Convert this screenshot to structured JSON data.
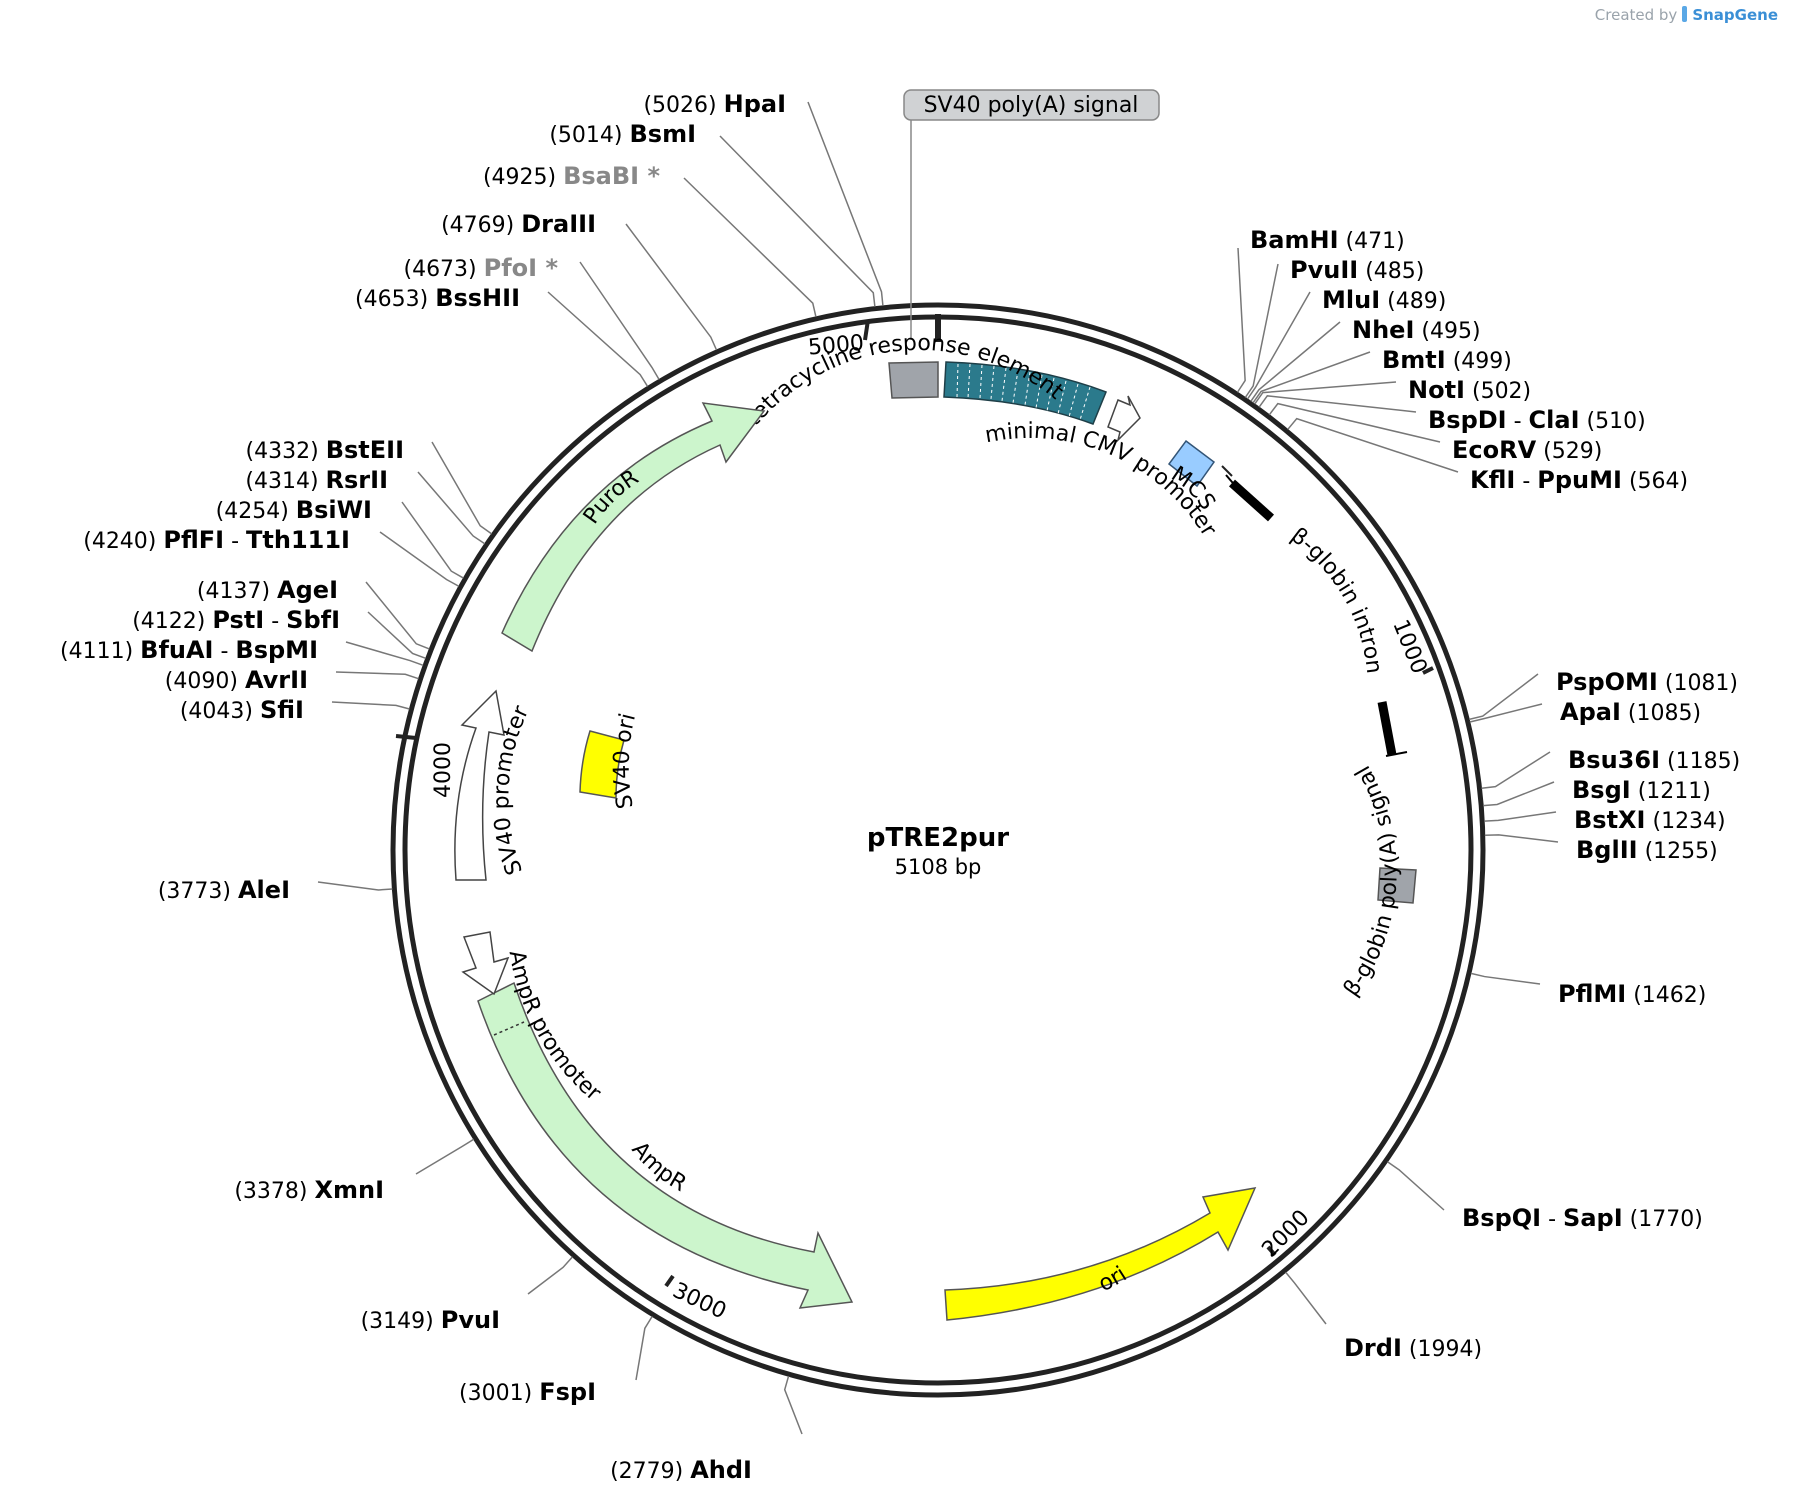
{
  "credit": {
    "prefix": "Created by",
    "brand": "SnapGene"
  },
  "plasmid": {
    "name": "pTRE2pur",
    "length_label": "5108 bp",
    "length": 5108
  },
  "colors": {
    "backbone": "#222222",
    "puror": "#ccf5cc",
    "ampr": "#ccf5cc",
    "ori": "#ffff00",
    "sv40_ori": "#ffff00",
    "tre": "#2b7a8c",
    "mcs": "#99ccff",
    "gray_feature": "#a0a4aa",
    "dim_site": "#888888"
  },
  "ticks": [
    {
      "label": "5000",
      "pos": 5000
    },
    {
      "label": "1000",
      "pos": 1000
    },
    {
      "label": "2000",
      "pos": 2000
    },
    {
      "label": "3000",
      "pos": 3000
    },
    {
      "label": "4000",
      "pos": 4000
    }
  ],
  "features": [
    {
      "id": "sv40-polya-box",
      "label": "SV40 poly(A) signal",
      "kind": "box",
      "start": 4990,
      "end": 5095,
      "color": "gray"
    },
    {
      "id": "tre",
      "label": "tetracycline response element",
      "kind": "tre",
      "start": 8,
      "end": 300
    },
    {
      "id": "min-cmv",
      "label": "minimal CMV promoter",
      "kind": "promoter",
      "start": 300,
      "end": 380
    },
    {
      "id": "mcs",
      "label": "MCS",
      "kind": "box",
      "start": 460,
      "end": 530,
      "color": "mcs"
    },
    {
      "id": "bglobin-intron",
      "label": "β-globin intron",
      "kind": "intron",
      "start": 555,
      "end": 1175
    },
    {
      "id": "bglobin-polya",
      "label": "β-globin poly(A) signal",
      "kind": "box",
      "start": 1325,
      "end": 1380,
      "color": "gray"
    },
    {
      "id": "ori",
      "label": "ori",
      "kind": "arrow",
      "start": 2080,
      "end": 2640,
      "color": "ori"
    },
    {
      "id": "ampr",
      "label": "AmpR",
      "kind": "arrow",
      "start": 2820,
      "end": 3660,
      "reverse": true,
      "color": "ampr"
    },
    {
      "id": "ampr-promoter",
      "label": "AmpR promoter",
      "kind": "promoter",
      "start": 3640,
      "end": 3735,
      "reverse": true
    },
    {
      "id": "sv40-promoter",
      "label": "SV40 promoter",
      "kind": "promoter",
      "start": 3830,
      "end": 4150
    },
    {
      "id": "sv40-ori",
      "label": "SV40 ori",
      "kind": "box",
      "start": 3990,
      "end": 4085,
      "color": "sv40_ori"
    },
    {
      "id": "puror",
      "label": "PuroR",
      "kind": "arrow",
      "start": 4250,
      "end": 4840,
      "color": "puror"
    }
  ],
  "sites_right": [
    {
      "name": "BamHI",
      "pos": "(471)",
      "bp": 471
    },
    {
      "name": "PvuII",
      "pos": "(485)",
      "bp": 485
    },
    {
      "name": "MluI",
      "pos": "(489)",
      "bp": 489
    },
    {
      "name": "NheI",
      "pos": "(495)",
      "bp": 495
    },
    {
      "name": "BmtI",
      "pos": "(499)",
      "bp": 499
    },
    {
      "name": "NotI",
      "pos": "(502)",
      "bp": 502
    },
    {
      "name": "BspDI",
      "name2": "ClaI",
      "pos": "(510)",
      "bp": 510
    },
    {
      "name": "EcoRV",
      "pos": "(529)",
      "bp": 529
    },
    {
      "name": "KflI",
      "name2": "PpuMI",
      "pos": "(564)",
      "bp": 564
    },
    {
      "name": "PspOMI",
      "pos": "(1081)",
      "bp": 1081
    },
    {
      "name": "ApaI",
      "pos": "(1085)",
      "bp": 1085
    },
    {
      "name": "Bsu36I",
      "pos": "(1185)",
      "bp": 1185
    },
    {
      "name": "BsgI",
      "pos": "(1211)",
      "bp": 1211
    },
    {
      "name": "BstXI",
      "pos": "(1234)",
      "bp": 1234
    },
    {
      "name": "BglII",
      "pos": "(1255)",
      "bp": 1255
    },
    {
      "name": "PflMI",
      "pos": "(1462)",
      "bp": 1462
    },
    {
      "name": "BspQI",
      "name2": "SapI",
      "pos": "(1770)",
      "bp": 1770
    },
    {
      "name": "DrdI",
      "pos": "(1994)",
      "bp": 1994
    }
  ],
  "sites_left": [
    {
      "name": "AhdI",
      "pos": "(2779)",
      "bp": 2779
    },
    {
      "name": "FspI",
      "pos": "(3001)",
      "bp": 3001
    },
    {
      "name": "PvuI",
      "pos": "(3149)",
      "bp": 3149
    },
    {
      "name": "XmnI",
      "pos": "(3378)",
      "bp": 3378
    },
    {
      "name": "AleI",
      "pos": "(3773)",
      "bp": 3773
    },
    {
      "name": "SfiI",
      "pos": "(4043)",
      "bp": 4043
    },
    {
      "name": "AvrII",
      "pos": "(4090)",
      "bp": 4090
    },
    {
      "name": "BfuAI",
      "name2": "BspMI",
      "pos": "(4111)",
      "bp": 4111
    },
    {
      "name": "PstI",
      "name2": "SbfI",
      "pos": "(4122)",
      "bp": 4122
    },
    {
      "name": "AgeI",
      "pos": "(4137)",
      "bp": 4137
    },
    {
      "name": "PflFI",
      "name2": "Tth111I",
      "pos": "(4240)",
      "bp": 4240
    },
    {
      "name": "BsiWI",
      "pos": "(4254)",
      "bp": 4254
    },
    {
      "name": "RsrII",
      "pos": "(4314)",
      "bp": 4314
    },
    {
      "name": "BstEII",
      "pos": "(4332)",
      "bp": 4332
    },
    {
      "name": "BssHII",
      "pos": "(4653)",
      "bp": 4653
    },
    {
      "name": "PfoI",
      "star": "*",
      "pos": "(4673)",
      "bp": 4673,
      "dim": true
    },
    {
      "name": "DraIII",
      "pos": "(4769)",
      "bp": 4769
    },
    {
      "name": "BsaBI",
      "star": "*",
      "pos": "(4925)",
      "bp": 4925,
      "dim": true
    },
    {
      "name": "BsmI",
      "pos": "(5014)",
      "bp": 5014
    },
    {
      "name": "HpaI",
      "pos": "(5026)",
      "bp": 5026
    }
  ]
}
